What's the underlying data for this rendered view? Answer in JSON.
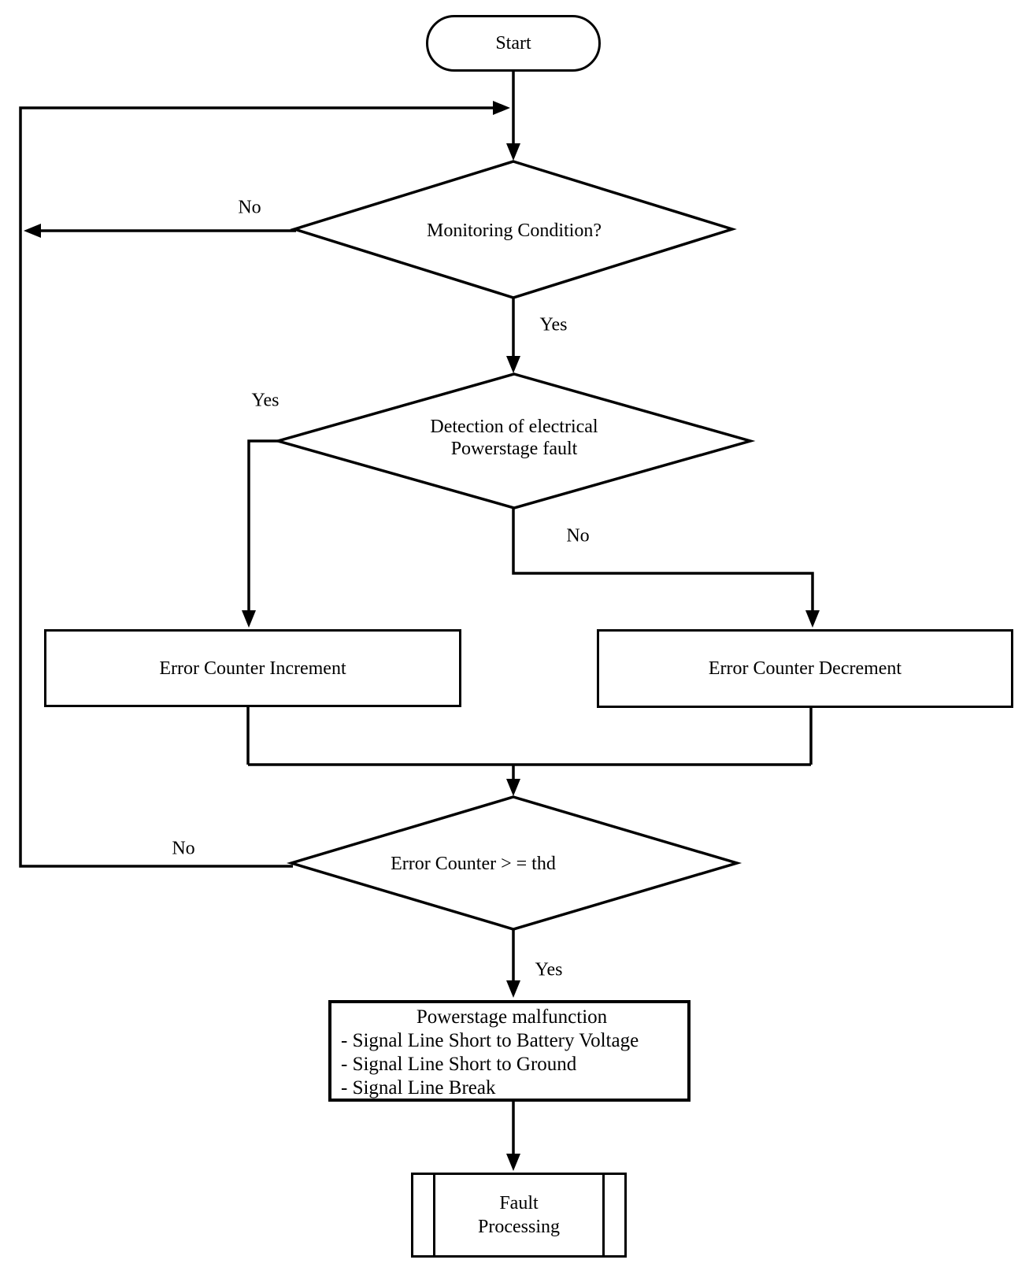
{
  "diagram": {
    "title_hint": "Powerstage fault monitoring flowchart",
    "colors": {
      "background": "#ffffff",
      "line": "#000000",
      "shape_fill": "#ffffff",
      "text": "#000000"
    },
    "nodes": {
      "start": {
        "label": "Start"
      },
      "monitoring": {
        "label": "Monitoring Condition?"
      },
      "detection": {
        "line1": "Detection of electrical",
        "line2": "Powerstage fault"
      },
      "increment": {
        "label": "Error Counter Increment"
      },
      "decrement": {
        "label": "Error Counter Decrement"
      },
      "threshold": {
        "label": "Error Counter > = thd"
      },
      "malfunction": {
        "title": "Powerstage malfunction",
        "items": [
          "- Signal Line Short to Battery Voltage",
          "- Signal Line Short to Ground",
          "- Signal Line Break"
        ]
      },
      "fault": {
        "line1": "Fault",
        "line2": "Processing"
      }
    },
    "edges": {
      "monitoring_no": "No",
      "monitoring_yes": "Yes",
      "detection_yes": "Yes",
      "detection_no": "No",
      "threshold_no": "No",
      "threshold_yes": "Yes"
    }
  }
}
